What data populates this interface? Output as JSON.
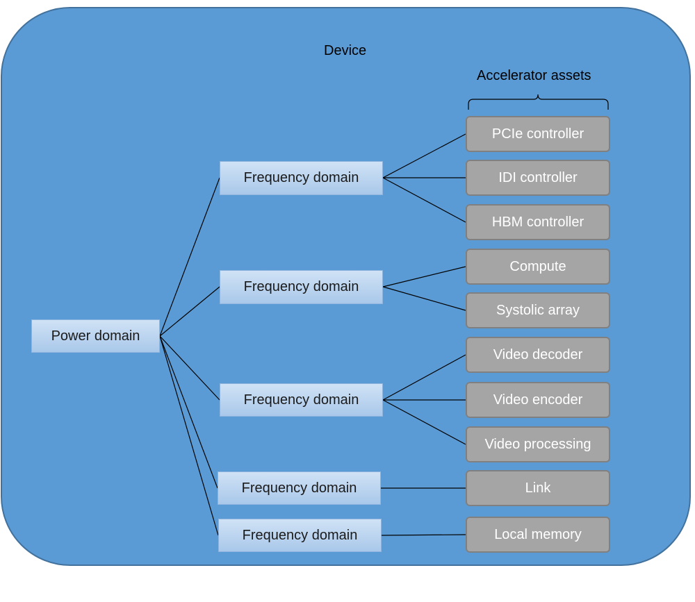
{
  "device": {
    "title": "Device"
  },
  "assets": {
    "title": "Accelerator assets"
  },
  "power_domain": {
    "label": "Power domain"
  },
  "frequency_domains": [
    {
      "label": "Frequency domain"
    },
    {
      "label": "Frequency domain"
    },
    {
      "label": "Frequency domain"
    },
    {
      "label": "Frequency domain"
    },
    {
      "label": "Frequency domain"
    }
  ],
  "accelerator_assets": [
    {
      "label": "PCIe controller"
    },
    {
      "label": "IDI controller"
    },
    {
      "label": "HBM controller"
    },
    {
      "label": "Compute"
    },
    {
      "label": "Systolic array"
    },
    {
      "label": "Video decoder"
    },
    {
      "label": "Video encoder"
    },
    {
      "label": "Video processing"
    },
    {
      "label": "Link"
    },
    {
      "label": "Local memory"
    }
  ],
  "colors": {
    "device_fill": "#5b9bd5",
    "device_border": "#41719c",
    "asset_fill": "#a5a5a5",
    "domain_fill": "#bdd7ee"
  }
}
